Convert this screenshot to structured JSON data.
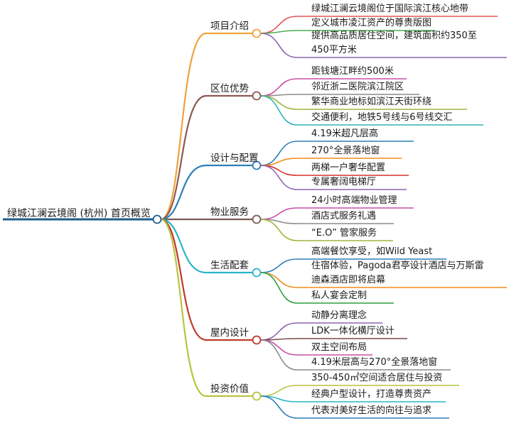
{
  "root": {
    "label": "绿城江澜云境阁 (杭州) 首页概览",
    "color": "#1f5d8a"
  },
  "branches": [
    {
      "label": "项目介绍",
      "color": "#f0a23a",
      "leaves": [
        {
          "lines": [
            "绿城江澜云境阁位于国际滨江核心地带"
          ],
          "color": "#e35353"
        },
        {
          "lines": [
            "定义城市凌江资产的尊贵版图"
          ],
          "color": "#4caf50"
        },
        {
          "lines": [
            "提供高品质居住空间，建筑面积约350至",
            "450平方米"
          ],
          "color": "#8e63b5"
        }
      ]
    },
    {
      "label": "区位优势",
      "color": "#8a5a52",
      "leaves": [
        {
          "lines": [
            "距钱塘江畔约500米"
          ],
          "color": "#c94fa8"
        },
        {
          "lines": [
            "邻近浙二医院滨江院区"
          ],
          "color": "#8c8c8c"
        },
        {
          "lines": [
            "繁华商业地标如滨江天街环绕"
          ],
          "color": "#a3b33a"
        },
        {
          "lines": [
            "交通便利，地铁5号线与6号线交汇"
          ],
          "color": "#2db3b8"
        }
      ]
    },
    {
      "label": "设计与配置",
      "color": "#2c7fb8",
      "leaves": [
        {
          "lines": [
            "4.19米超凡层高"
          ],
          "color": "#2c7fb8"
        },
        {
          "lines": [
            "270°全景落地窗"
          ],
          "color": "#f08c1a"
        },
        {
          "lines": [
            "两梯一户奢华配置"
          ],
          "color": "#d9312a"
        },
        {
          "lines": [
            "专属奢阔电梯厅"
          ],
          "color": "#8e63b5"
        }
      ]
    },
    {
      "label": "物业服务",
      "color": "#7a5a52",
      "leaves": [
        {
          "lines": [
            "24小时高端物业管理"
          ],
          "color": "#c94fa8"
        },
        {
          "lines": [
            "酒店式服务礼遇"
          ],
          "color": "#8c8c8c"
        },
        {
          "lines": [
            "“E.O” 管家服务"
          ],
          "color": "#a3b33a"
        }
      ]
    },
    {
      "label": "生活配套",
      "color": "#29b6c8",
      "leaves": [
        {
          "lines": [
            "高端餐饮享受，如Wild Yeast"
          ],
          "color": "#2c7fb8"
        },
        {
          "lines": [
            "住宿体验，Pagoda君亭设计酒店与万斯雷",
            "迪森酒店即将启幕"
          ],
          "color": "#f08c1a"
        },
        {
          "lines": [
            "私人宴会定制"
          ],
          "color": "#2e9e44"
        }
      ]
    },
    {
      "label": "屋内设计",
      "color": "#c0392b",
      "leaves": [
        {
          "lines": [
            "动静分离理念"
          ],
          "color": "#8e63b5"
        },
        {
          "lines": [
            "LDK一体化横厅设计"
          ],
          "color": "#7a4a42"
        },
        {
          "lines": [
            "双主空间布局"
          ],
          "color": "#c94fa8"
        },
        {
          "lines": [
            "4.19米层高与270°全景落地窗"
          ],
          "color": "#8c8c8c"
        }
      ]
    },
    {
      "label": "投资价值",
      "color": "#b9c43d",
      "leaves": [
        {
          "lines": [
            "350-450㎡空间适合居住与投资"
          ],
          "color": "#b9c43d"
        },
        {
          "lines": [
            "经典户型设计，打造尊贵资产"
          ],
          "color": "#29b6c8"
        },
        {
          "lines": [
            "代表对美好生活的向往与追求"
          ],
          "color": "#2c7fb8"
        }
      ]
    }
  ]
}
